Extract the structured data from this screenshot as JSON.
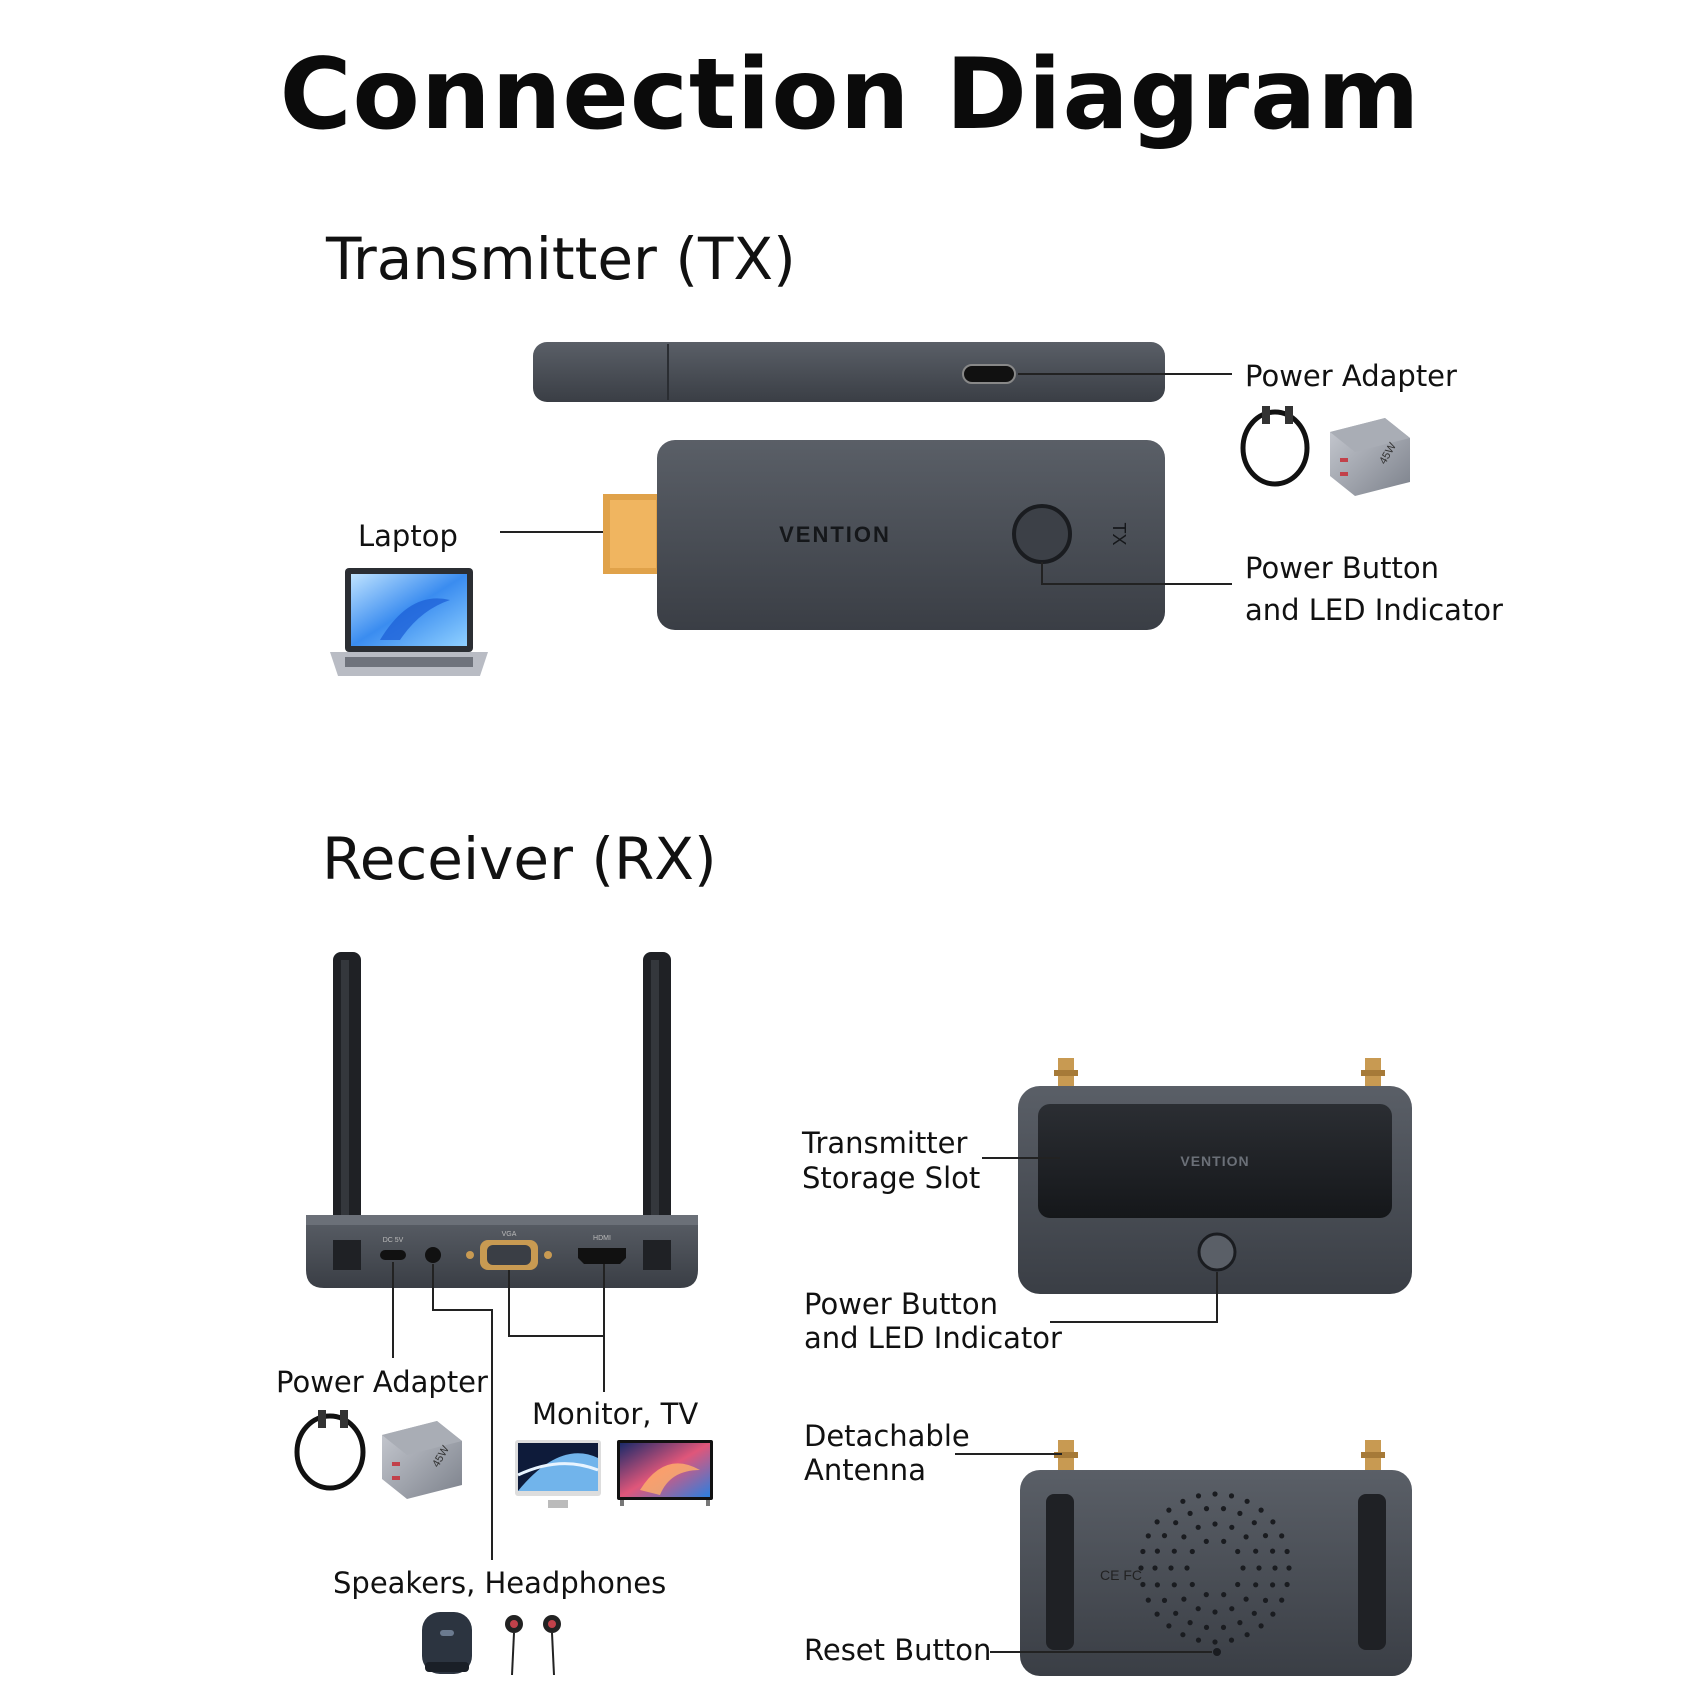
{
  "title": "Connection Diagram",
  "transmitter": {
    "heading": "Transmitter (TX)",
    "device_brand": "VENTION",
    "device_mark": "TX",
    "labels": {
      "power_adapter": "Power Adapter",
      "laptop": "Laptop",
      "power_button_line1": "Power Button",
      "power_button_line2": "and LED Indicator"
    },
    "charger_marking": "45W"
  },
  "receiver": {
    "heading": "Receiver (RX)",
    "device_brand": "VENTION",
    "labels": {
      "power_adapter": "Power Adapter",
      "monitor_tv": "Monitor, TV",
      "speakers_headphones": "Speakers, Headphones",
      "storage_slot_line1": "Transmitter",
      "storage_slot_line2": "Storage Slot",
      "power_button_line1": "Power Button",
      "power_button_line2": "and LED Indicator",
      "antenna_line1": "Detachable",
      "antenna_line2": "Antenna",
      "reset_button": "Reset Button"
    },
    "port_labels": {
      "dc": "DC 5V",
      "vga": "VGA",
      "hdmi": "HDMI"
    },
    "charger_marking": "45W",
    "bottom_markings": "CE FC"
  },
  "colors": {
    "device_body": "#4a4f57",
    "device_dark": "#2a2d32",
    "hdmi_plug": "#e0a24a",
    "antenna": "#1f2125",
    "antenna_connector": "#c89a52",
    "line": "#222222"
  }
}
